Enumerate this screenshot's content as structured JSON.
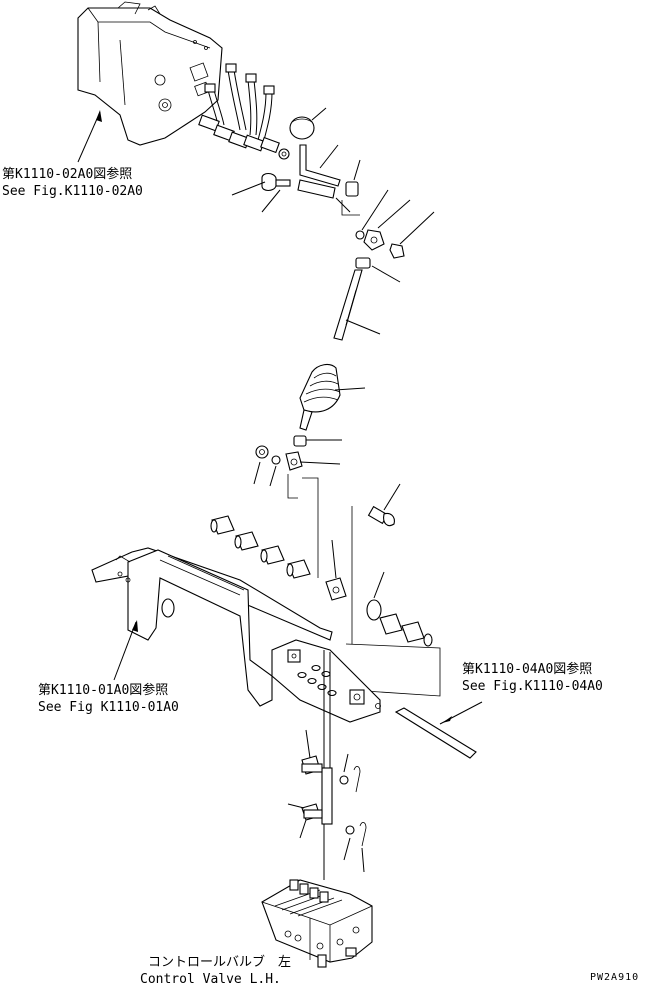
{
  "references": {
    "upper": {
      "jp": "第K1110-02A0図参照",
      "en": "See Fig.K1110-02A0"
    },
    "middle": {
      "jp": "第K1110-01A0図参照",
      "en": "See Fig K1110-01A0"
    },
    "right": {
      "jp": "第K1110-04A0図参照",
      "en": "See Fig.K1110-04A0"
    }
  },
  "control_valve": {
    "jp": "コントロールバルブ　左",
    "en": "Control Valve L.H."
  },
  "drawing_code": "PW2A910"
}
